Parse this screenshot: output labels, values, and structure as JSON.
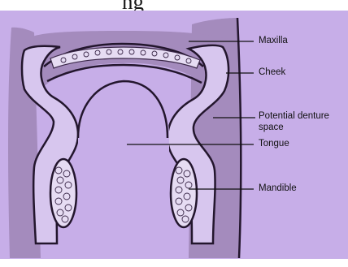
{
  "caption": {
    "text": "ng"
  },
  "labels": {
    "maxilla": "Maxilla",
    "cheek": "Cheek",
    "denture_space_line1": "Potential denture",
    "denture_space_line2": "space",
    "tongue": "Tongue",
    "mandible": "Mandible"
  },
  "colors": {
    "background": "#c7aee8",
    "tissue": "#a48bbd",
    "mucosa": "#d7c6ee",
    "outline": "#23162d",
    "bone": "#e6dcf3"
  }
}
